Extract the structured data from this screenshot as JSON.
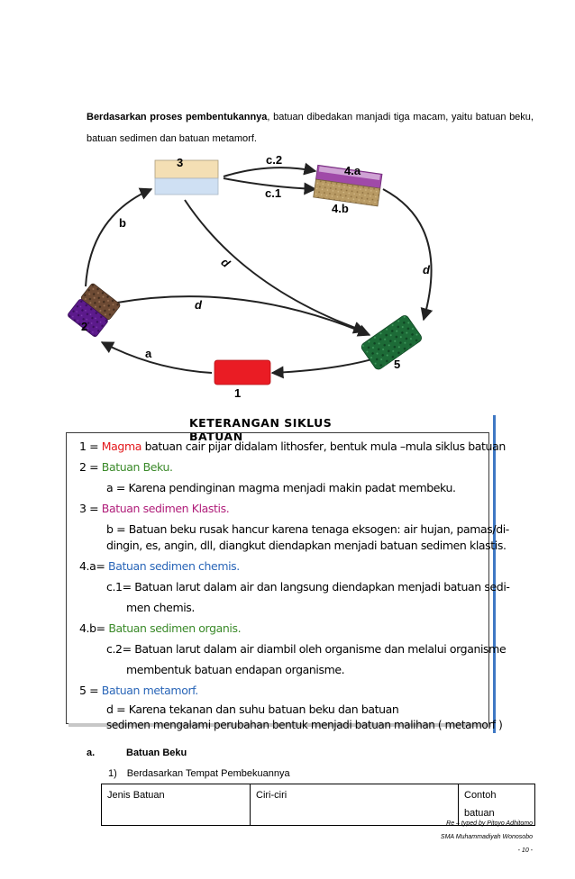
{
  "intro": {
    "bold_phrase": "Berdasarkan proses pembentukannya",
    "rest": ", batuan dibedakan manjadi tiga macam, yaitu batuan beku, batuan sedimen dan batuan metamorf."
  },
  "diagram": {
    "nodes": {
      "n1": "1",
      "n2": "2",
      "n3": "3",
      "n4a": "4.a",
      "n4b": "4.b",
      "n5": "5"
    },
    "arrows": {
      "a": "a",
      "b": "b",
      "c1": "c.1",
      "c2": "c.2",
      "d_diag": "d",
      "d_horiz": "d",
      "d_right": "d"
    },
    "colors": {
      "magma": "#ea1c24",
      "beku_top": "#6e4b34",
      "beku_bottom": "#5c1a8c",
      "klastis_top": "#f4dfb4",
      "klastis_bottom": "#cfe0f3",
      "chemis": "#a04aa8",
      "organis": "#b89a64",
      "metamorf": "#1d6b37"
    }
  },
  "legend": {
    "title": "KETERANGAN SIKLUS BATUAN",
    "lines": [
      {
        "label": "1 = ",
        "term": "Magma",
        "text": " batuan cair pijar didalam lithosfer, bentuk mula –mula siklus batuan"
      },
      {
        "label": "2 = ",
        "term": "Batuan Beku.",
        "text": ""
      },
      {
        "label": "",
        "term": "",
        "text": "a = Karena pendinginan magma menjadi makin padat membeku."
      },
      {
        "label": "3 = ",
        "term": "Batuan sedimen Klastis.",
        "text": ""
      },
      {
        "label": "",
        "term": "",
        "text": "b = Batuan beku rusak hancur karena tenaga eksogen: air hujan, pamas/di-"
      },
      {
        "label": "",
        "term": "",
        "text": "dingin, es, angin, dll, diangkut diendapkan menjadi batuan sedimen klastis."
      },
      {
        "label": "4.a= ",
        "term": "Batuan sedimen chemis.",
        "text": ""
      },
      {
        "label": "",
        "term": "",
        "text": "c.1= Batuan larut dalam air dan langsung diendapkan menjadi batuan sedi-"
      },
      {
        "label": "",
        "term": "",
        "text": "men chemis."
      },
      {
        "label": "4.b= ",
        "term": "Batuan sedimen organis.",
        "text": ""
      },
      {
        "label": "",
        "term": "",
        "text": "c.2= Batuan larut dalam air diambil oleh organisme dan melalui organisme"
      },
      {
        "label": "",
        "term": "",
        "text": "membentuk batuan endapan organisme."
      },
      {
        "label": "5 = ",
        "term": "Batuan metamorf.",
        "text": ""
      },
      {
        "label": "",
        "term": "",
        "text": "d = Karena tekanan dan suhu batuan beku dan batuan"
      },
      {
        "label": "",
        "term": "",
        "text": "sedimen mengalami perubahan bentuk menjadi batuan malihan ( metamorf )"
      }
    ]
  },
  "section": {
    "letter": "a.",
    "title": "Batuan Beku",
    "subtitle": "1) Berdasarkan Tempat Pembekuannya",
    "table_headers": [
      "Jenis Batuan",
      "Ciri-ciri",
      "Contoh batuan"
    ]
  },
  "footer": {
    "line1": "Re – typed by Pitoyo Adhitomo",
    "line2": "SMA Muhammadiyah Wonosobo",
    "page": "- 10 -"
  }
}
